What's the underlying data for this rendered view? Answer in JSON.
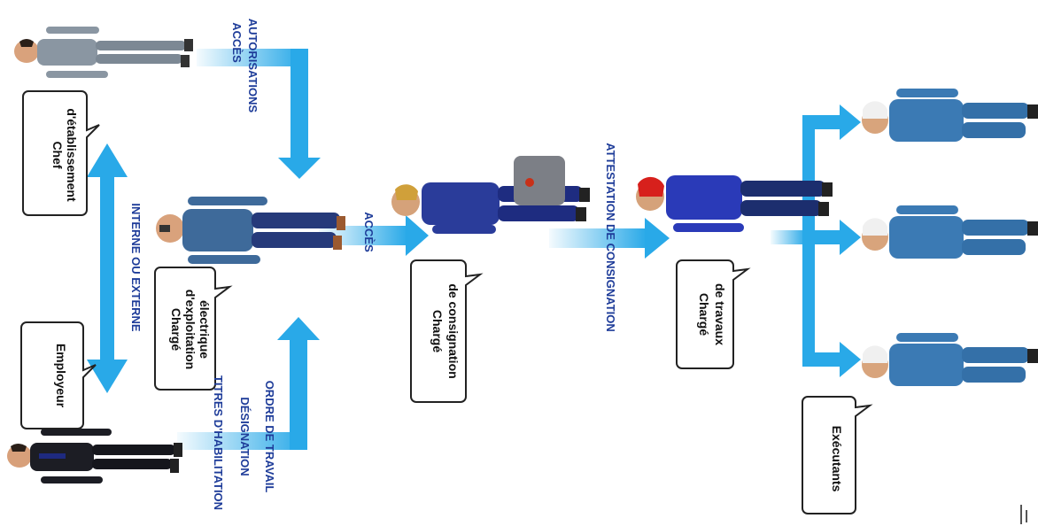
{
  "diagram": {
    "bubbles": {
      "employeur": "Employeur",
      "chef_l1": "Chef",
      "chef_l2": "d'établissement",
      "exploit_l1": "Chargé",
      "exploit_l2": "d'exploitation",
      "exploit_l3": "électrique",
      "consign_l1": "Chargé",
      "consign_l2": "de consignation",
      "travaux_l1": "Chargé",
      "travaux_l2": "de travaux",
      "executants": "Exécutants"
    },
    "labels": {
      "interne_externe": "INTERNE OU EXTERNE",
      "acces_top": "ACCÈS",
      "autorisations": "AUTORISATIONS",
      "titres": "TITRES D'HABILITATION",
      "designation": "DÉSIGNATION",
      "ordre": "ORDRE DE TRAVAIL",
      "acces_mid": "ACCÈS",
      "attestation": "ATTESTATION DE CONSIGNATION"
    },
    "colors": {
      "arrow": "#29a9e8",
      "text": "#1e3c99",
      "bubble_border": "#222222"
    }
  }
}
